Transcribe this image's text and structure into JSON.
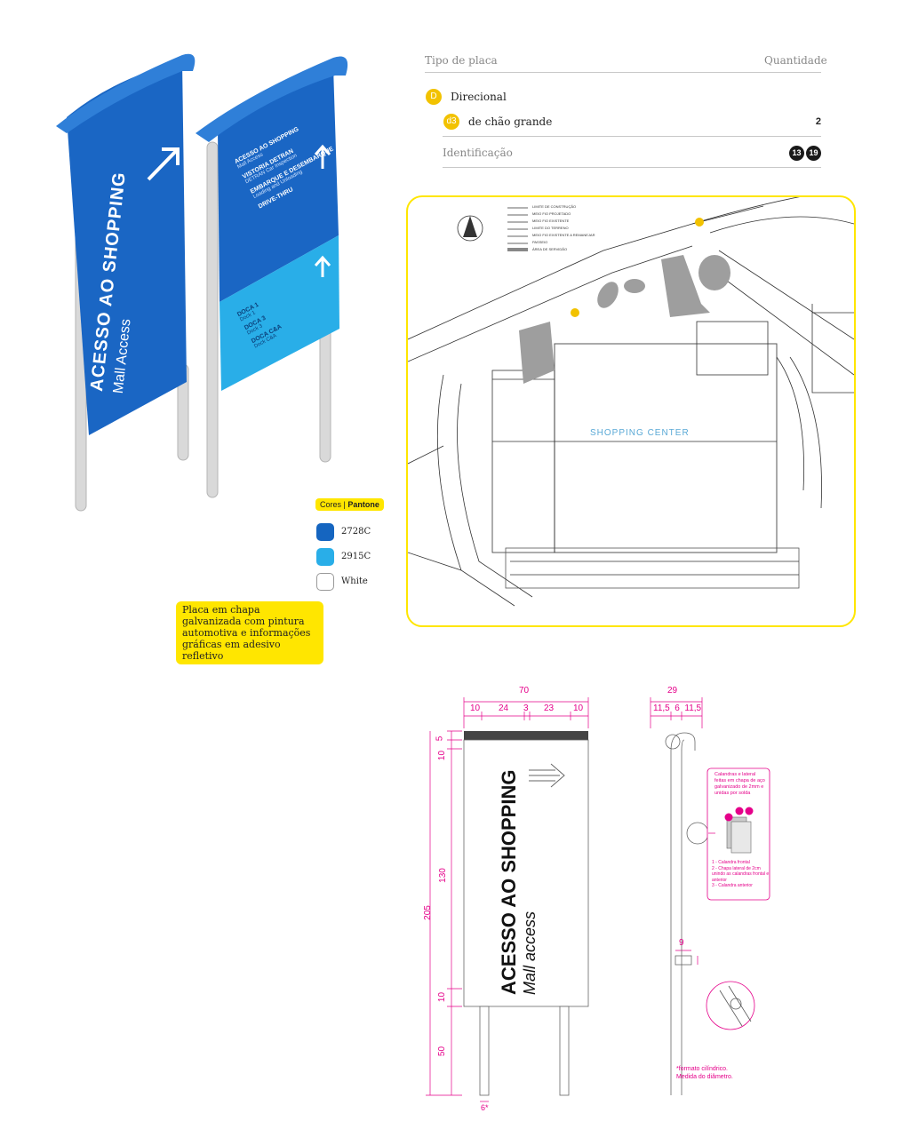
{
  "header": {
    "tipo_label": "Tipo de placa",
    "quantidade_label": "Quantidade"
  },
  "category": {
    "letter": "D",
    "name": "Direcional"
  },
  "subtype": {
    "code": "d3",
    "name": "de chão grande",
    "quantity": "2"
  },
  "identificacao": {
    "label": "Identificação",
    "badges": [
      "13",
      "19"
    ]
  },
  "sign_left": {
    "title": "ACESSO AO SHOPPING",
    "subtitle": "Mall Access"
  },
  "sign_right": {
    "top_items": [
      {
        "title": "ACESSO AO SHOPPING",
        "sub": "Mall Access"
      },
      {
        "title": "VISTORIA DETRAN",
        "sub": "DETRAN Car Inspection"
      },
      {
        "title": "EMBARQUE E DESEMBARQUE",
        "sub": "Loading and Unloading"
      },
      {
        "title": "DRIVE-THRU",
        "sub": ""
      }
    ],
    "bottom_items": [
      {
        "title": "DOCA 1",
        "sub": "Dock 1"
      },
      {
        "title": "DOCA 3",
        "sub": "Dock 3"
      },
      {
        "title": "DOCA C&A",
        "sub": "Dock C&A"
      }
    ]
  },
  "colors": {
    "title_prefix": "Cores",
    "title_bold": "Pantone",
    "items": [
      {
        "name": "2728C",
        "hex": "#1565c0"
      },
      {
        "name": "2915C",
        "hex": "#29aee8"
      },
      {
        "name": "White",
        "hex": "#ffffff"
      }
    ]
  },
  "note": "Placa em chapa galvanizada com pintura automotiva e informações gráficas em adesivo refletivo",
  "map": {
    "center_label": "SHOPPING CENTER",
    "legend": [
      "LIMITE DE CONSTRUÇÃO",
      "MEIO FIO PROJETADO",
      "MEIO FIO EXISTENTE",
      "LIMITE DO TERRENO",
      "MEIO FIO EXISTENTE A REMANEJAR",
      "PASSEIO",
      "ÁREA DE SERVIDÃO"
    ]
  },
  "drawing": {
    "front_title": "ACESSO AO SHOPPING",
    "front_subtitle": "Mall access",
    "width_total": "70",
    "width_parts": [
      "10",
      "24",
      "3",
      "23",
      "10"
    ],
    "heights": [
      "10",
      "5",
      "130",
      "10",
      "50"
    ],
    "height_total": "205",
    "post_diameter": "6*",
    "side_total": "29",
    "side_parts": "11,5  6  11,5",
    "side_dim_9": "9",
    "callout_text": "Calandras e lateral feitas em chapa de aço galvanizado de 2mm e unidas por solda",
    "callout_list": [
      "1 - Calandra frontal",
      "2 - Chapa lateral de 2cm unindo as calandras frontal e anterior",
      "3 - Calandra anterior"
    ],
    "footnote": "*formato cilíndrico. Medida do diâmetro."
  }
}
